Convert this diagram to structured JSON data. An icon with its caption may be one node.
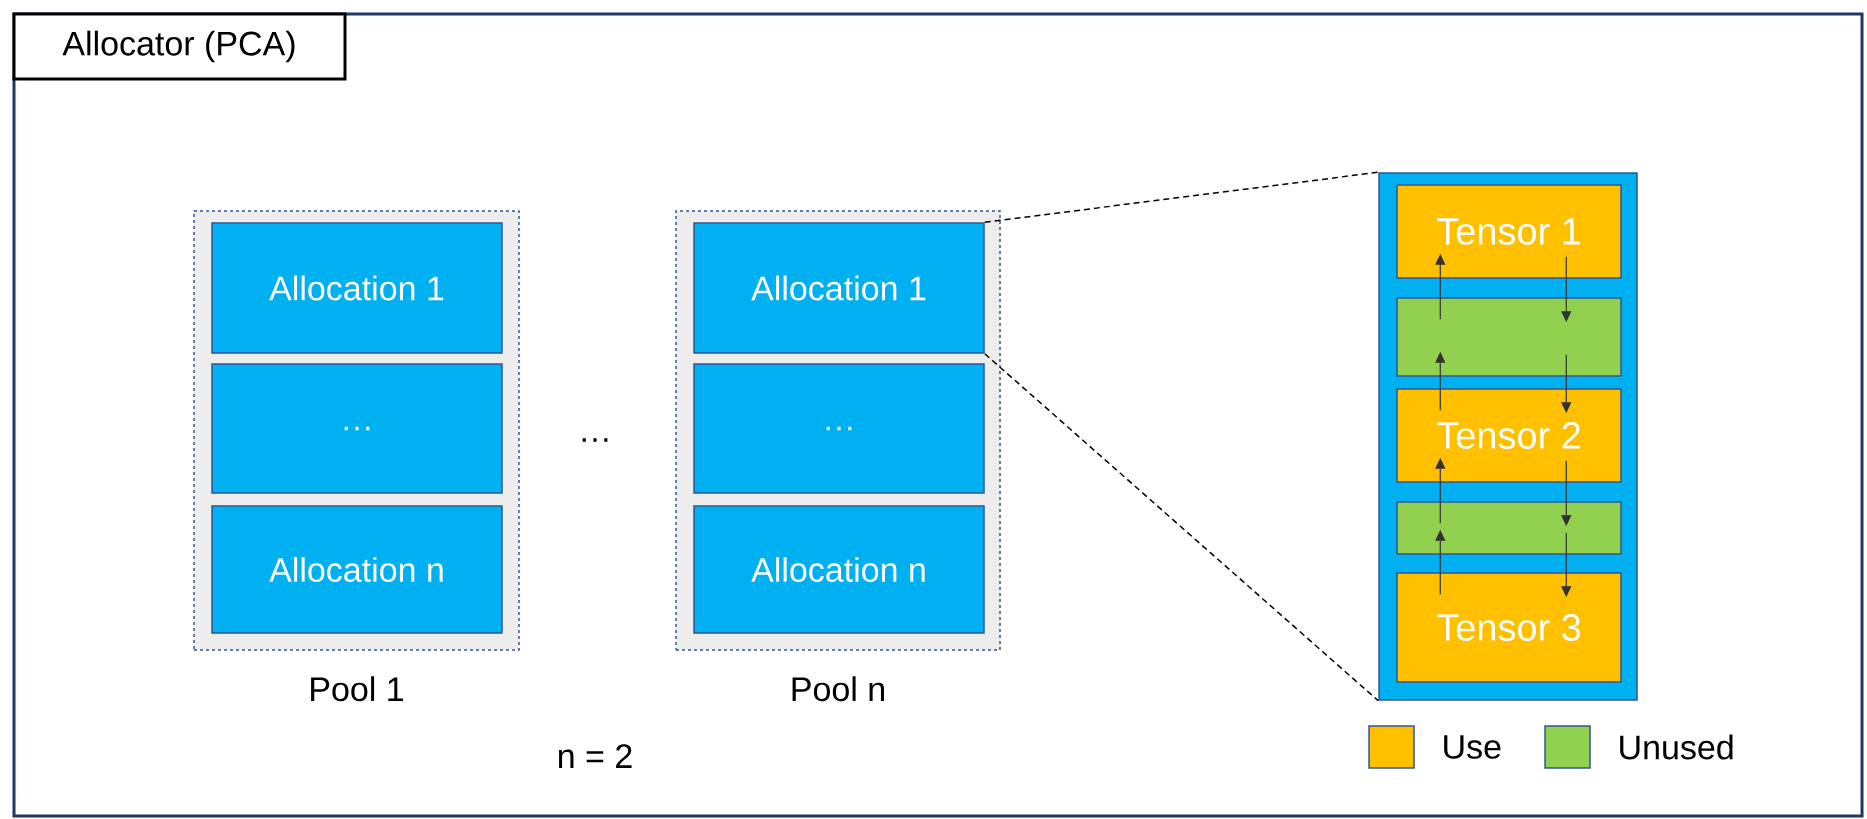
{
  "diagram": {
    "nodes": [
      {
        "text": [
          "Allocator (PCA)"
        ]
      },
      {
        "text": [
          "Pool 1"
        ],
        "in": 0
      },
      {
        "text": [
          "Allocation 1"
        ],
        "in": 1
      },
      {
        "text": [
          "…"
        ],
        "in": 1
      },
      {
        "text": [
          "Allocation n"
        ],
        "in": 1
      },
      {
        "text": [
          "Pool n"
        ],
        "in": 0
      },
      {
        "text": [
          "Allocation 1"
        ],
        "in": 5
      },
      {
        "text": [
          "…"
        ],
        "in": 5
      },
      {
        "text": [
          "Allocation n"
        ],
        "in": 5
      },
      {
        "text": [],
        "shape": "box",
        "in": 0
      },
      {
        "text": [
          "Tensor 1"
        ],
        "in": 9
      },
      {
        "text": [],
        "shape": "box",
        "in": 9
      },
      {
        "text": [
          "Tensor 2"
        ],
        "in": 9
      },
      {
        "text": [],
        "shape": "box",
        "in": 9
      },
      {
        "text": [
          "Tensor 3"
        ],
        "in": 9
      }
    ],
    "edges": [
      {
        "from": 6,
        "to": 9,
        "arrow": "none",
        "style": "dashed"
      },
      {
        "from": 6,
        "to": 9,
        "arrow": "none",
        "style": "dashed"
      },
      {
        "from": 11,
        "to": 10,
        "arrow": "to"
      },
      {
        "from": 12,
        "to": 11,
        "arrow": "to"
      },
      {
        "from": 13,
        "to": 12,
        "arrow": "to"
      },
      {
        "from": 14,
        "to": 13,
        "arrow": "to"
      },
      {
        "from": 10,
        "to": 11,
        "arrow": "to"
      },
      {
        "from": 11,
        "to": 12,
        "arrow": "to"
      },
      {
        "from": 12,
        "to": 13,
        "arrow": "to"
      },
      {
        "from": 13,
        "to": 14,
        "arrow": "to"
      }
    ],
    "labels": [
      "…",
      "n = 2"
    ],
    "legend": [
      {
        "text": "Use",
        "color": "#ffc000"
      },
      {
        "text": "Unused",
        "color": "#92d050"
      }
    ]
  }
}
